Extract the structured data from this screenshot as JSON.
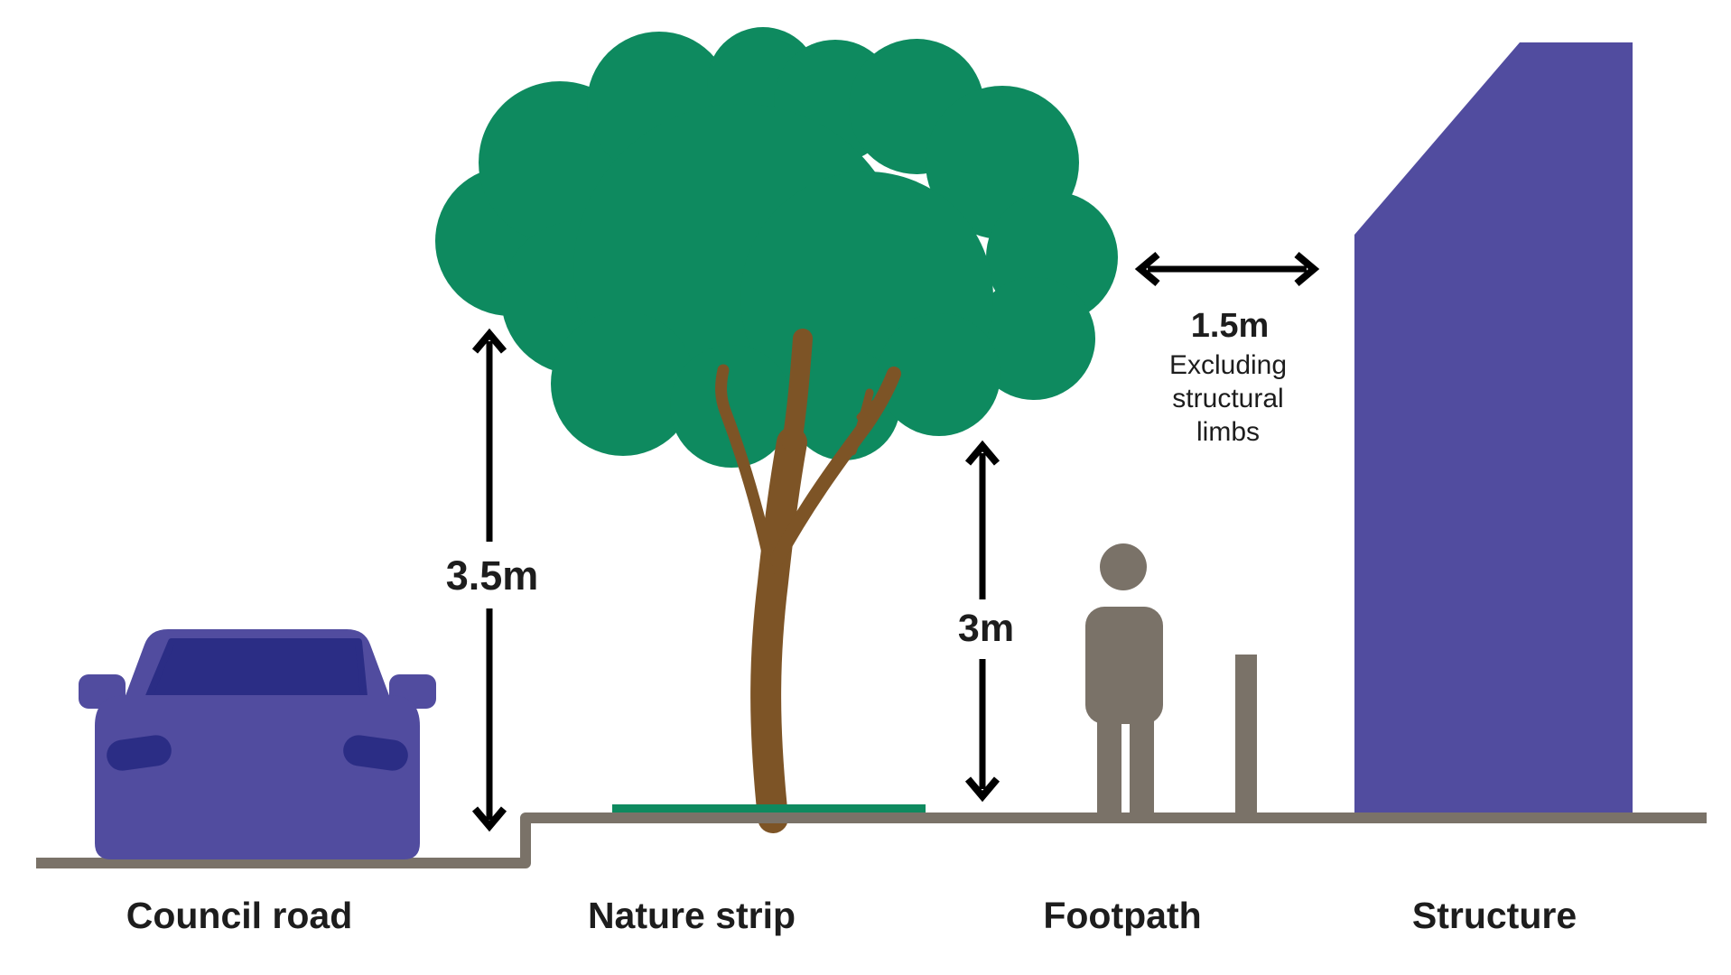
{
  "zones": {
    "council_road": "Council road",
    "nature_strip": "Nature strip",
    "footpath": "Footpath",
    "structure": "Structure"
  },
  "measurements": {
    "tree_canopy_height": "3.5m",
    "footpath_clearance": "3m",
    "structure_clearance": "1.5m",
    "structure_clearance_note": [
      "Excluding",
      "structural",
      "limbs"
    ]
  },
  "illustrations": {
    "car": "car-front-icon",
    "tree": "tree-icon",
    "person": "person-icon",
    "bollard": "bollard-post-icon",
    "building": "building-icon"
  },
  "colors": {
    "purple": "#514C9F",
    "dark_blue": "#2B2D85",
    "green": "#0E8A5F",
    "brown": "#7D5426",
    "gray": "#7A7268",
    "arrow_black": "#000000",
    "text": "#1D1D1D",
    "background": "#FFFFFF"
  }
}
